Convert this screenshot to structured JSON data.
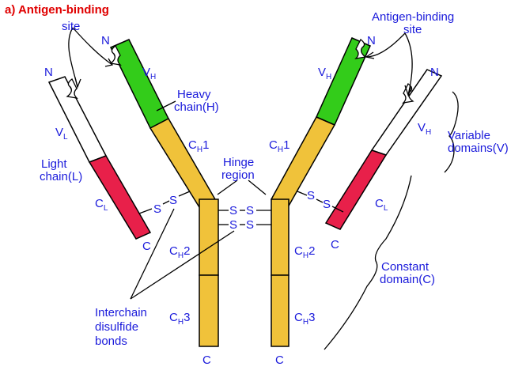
{
  "title": "a) Antigen-binding",
  "labels": {
    "site_left": "site",
    "site_right_line1": "Antigen-binding",
    "site_right_line2": "site",
    "n_heavy_left": "N",
    "n_light_left": "N",
    "n_heavy_right": "N",
    "n_light_right": "N",
    "vh": "V",
    "vh_sub": "H",
    "vl": "V",
    "vl_sub": "L",
    "cl": "C",
    "cl_sub": "L",
    "ch": "C",
    "ch1_sub": "H",
    "ch1_num": "1",
    "ch2_num": "2",
    "ch3_num": "3",
    "heavy_chain_line1": "Heavy",
    "heavy_chain_line2": "chain(H)",
    "light_chain_line1": "Light",
    "light_chain_line2": "chain(L)",
    "hinge_line1": "Hinge",
    "hinge_line2": "region",
    "variable_line1": "Variable",
    "variable_line2": "domains(V)",
    "constant_line1": "Constant",
    "constant_line2": "domain(C)",
    "interchain_line1": "Interchain",
    "interchain_line2": "disulfide",
    "interchain_line3": "bonds",
    "c_terminus": "C",
    "s": "S",
    "dash": "–"
  },
  "colors": {
    "variable_heavy": "#33cc1a",
    "constant_heavy": "#f0c23a",
    "variable_light": "#ffffff",
    "constant_light": "#e8204a",
    "label": "#1a1adb",
    "title": "#e00000"
  }
}
